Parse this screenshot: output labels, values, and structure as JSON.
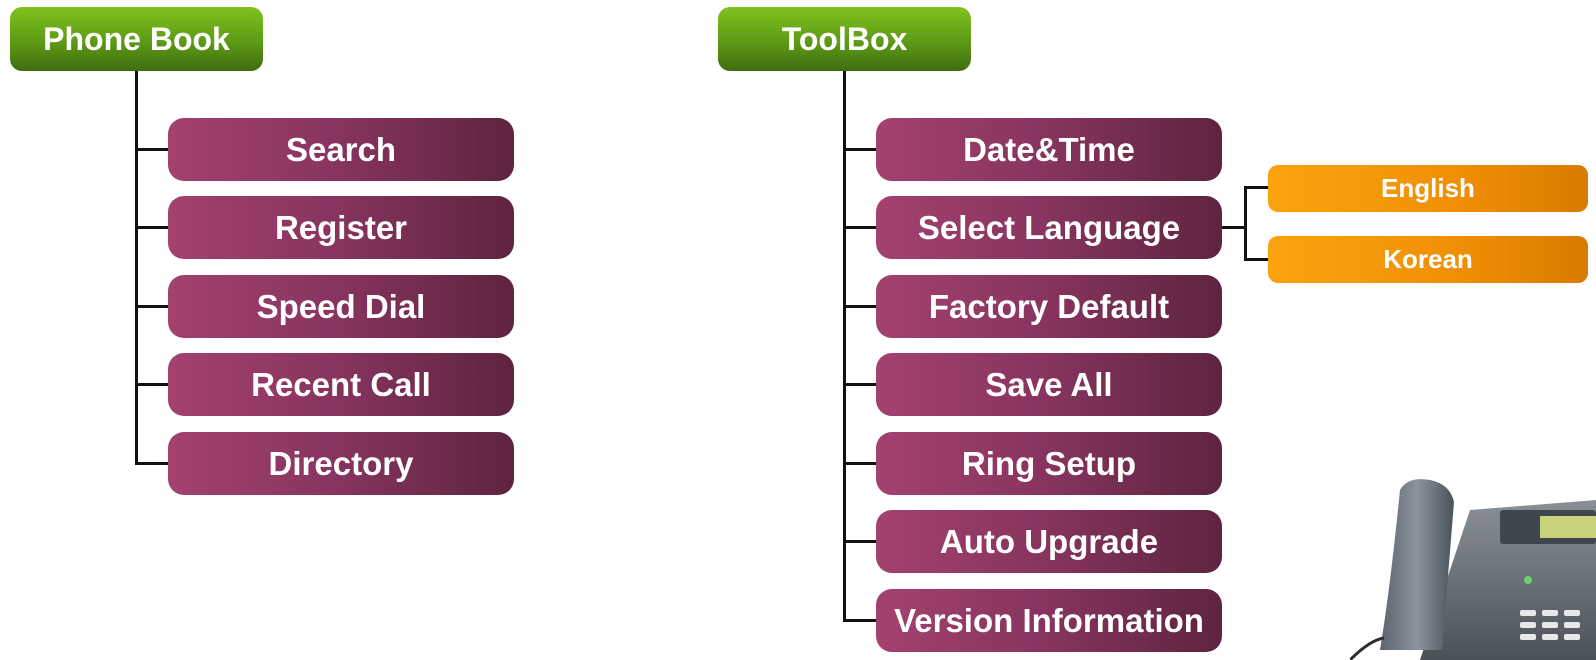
{
  "phone_book": {
    "title": "Phone Book",
    "items": [
      "Search",
      "Register",
      "Speed Dial",
      "Recent Call",
      "Directory"
    ]
  },
  "toolbox": {
    "title": "ToolBox",
    "items": [
      "Date&Time",
      "Select Language",
      "Factory Default",
      "Save All",
      "Ring Setup",
      "Auto Upgrade",
      "Version Information"
    ],
    "language_options": [
      "English",
      "Korean"
    ]
  },
  "colors": {
    "header_green": "#6aa81a",
    "item_purple": "#8a3561",
    "option_orange": "#f39200"
  },
  "illustration": "desk-phone"
}
